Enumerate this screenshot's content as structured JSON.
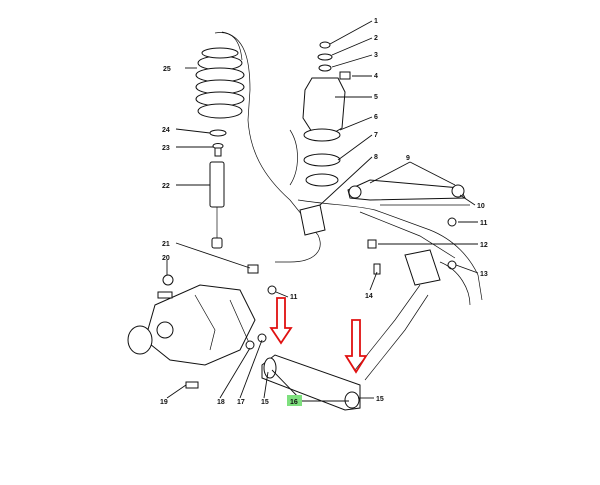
{
  "callouts": {
    "c1": "1",
    "c2": "2",
    "c3": "3",
    "c4": "4",
    "c5": "5",
    "c6": "6",
    "c7": "7",
    "c8": "8",
    "c9": "9",
    "c10": "10",
    "c11_right": "11",
    "c11_left": "11",
    "c12": "12",
    "c13": "13",
    "c14": "14",
    "c15_left": "15",
    "c15_right": "15",
    "c16": "16",
    "c17": "17",
    "c18": "18",
    "c19": "19",
    "c20": "20",
    "c21": "21",
    "c22": "22",
    "c23": "23",
    "c24": "24",
    "c25": "25"
  },
  "highlight": {
    "part": "16",
    "color": "#7ee07e"
  },
  "markers": {
    "arrow_color": "#e01010"
  }
}
